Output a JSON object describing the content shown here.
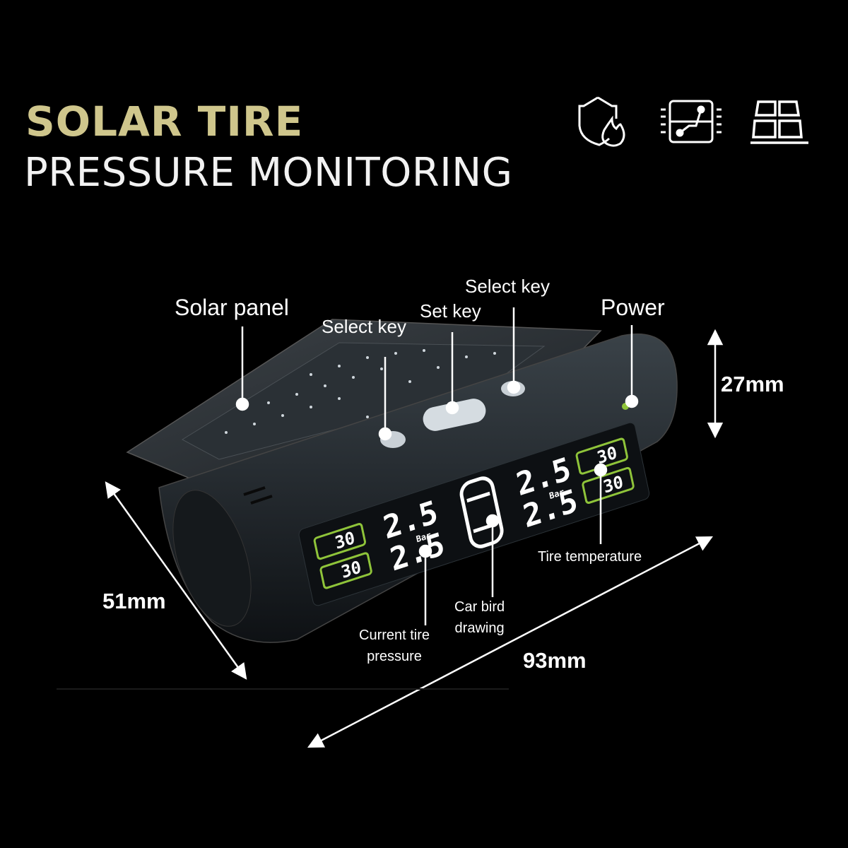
{
  "title": {
    "line1": "SOLAR TIRE",
    "line2": "PRESSURE MONITORING"
  },
  "feature_icons": [
    "shield-fire-icon",
    "circuit-chip-icon",
    "solar-panel-icon"
  ],
  "labels": {
    "solar_panel": "Solar panel",
    "select_key_left": "Select key",
    "set_key": "Set key",
    "select_key_right": "Select key",
    "power": "Power",
    "current_tire_pressure": [
      "Current tire",
      "pressure"
    ],
    "car_bird_drawing": [
      "Car bird",
      "drawing"
    ],
    "tire_temperature": "Tire temperature"
  },
  "dimensions": {
    "height": "27mm",
    "depth": "51mm",
    "width": "93mm"
  },
  "display": {
    "pressures": [
      "2.5",
      "2.5",
      "2.5",
      "2.5"
    ],
    "unit": "Bar",
    "temperatures": [
      "30",
      "30",
      "30",
      "30"
    ]
  },
  "colors": {
    "title_accent": "#cfc68c",
    "lcd_green": "#8fc43a"
  }
}
